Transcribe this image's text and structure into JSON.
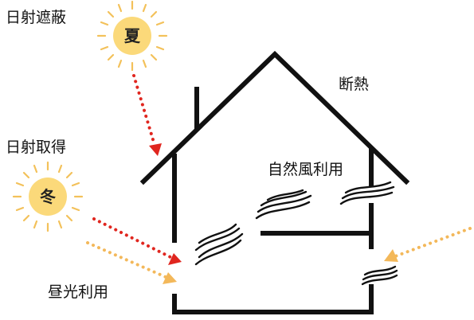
{
  "labels": {
    "solar_shading": "日射遮蔽",
    "solar_gain": "日射取得",
    "daylight_use": "昼光利用",
    "insulation": "断熱",
    "natural_ventilation": "自然風利用"
  },
  "suns": {
    "summer": "夏",
    "winter": "冬"
  },
  "colors": {
    "line": "#111111",
    "sun_fill": "#fbd97a",
    "sun_ray": "#f3c15a",
    "arrow_red": "#e0261f",
    "arrow_orange": "#f3b85a"
  }
}
